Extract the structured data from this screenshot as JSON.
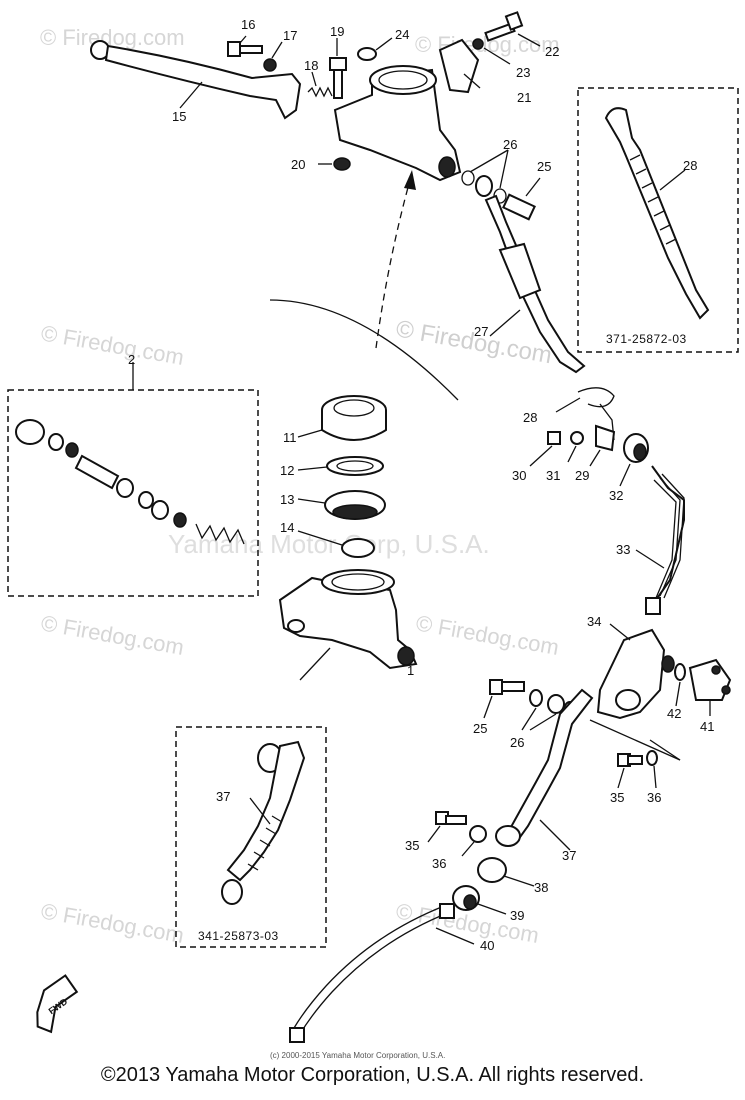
{
  "watermarks": {
    "firedog": "© Firedog.com",
    "yamaha_center": "Yamaha Motor Corp, U.S.A."
  },
  "callouts": {
    "c1": "1",
    "c2": "2",
    "c11": "11",
    "c12": "12",
    "c13": "13",
    "c14": "14",
    "c15": "15",
    "c16": "16",
    "c17": "17",
    "c18": "18",
    "c19": "19",
    "c20": "20",
    "c21": "21",
    "c22": "22",
    "c23": "23",
    "c24": "24",
    "c25a": "25",
    "c25b": "25",
    "c26a": "26",
    "c26b": "26",
    "c27": "27",
    "c28a": "28",
    "c28b": "28",
    "c29": "29",
    "c30": "30",
    "c31": "31",
    "c32": "32",
    "c33": "33",
    "c34": "34",
    "c35a": "35",
    "c35b": "35",
    "c36a": "36",
    "c36b": "36",
    "c37a": "37",
    "c37b": "37",
    "c38": "38",
    "c39": "39",
    "c40": "40",
    "c41": "41",
    "c42": "42"
  },
  "part_numbers": {
    "hose_upper": "371-25872-03",
    "hose_lower": "341-25873-03"
  },
  "fwd_label": "FWD",
  "small_credit": "(c) 2000-2015 Yamaha Motor Corporation, U.S.A.",
  "copyright": "©2013 Yamaha Motor Corporation, U.S.A. All rights reserved."
}
